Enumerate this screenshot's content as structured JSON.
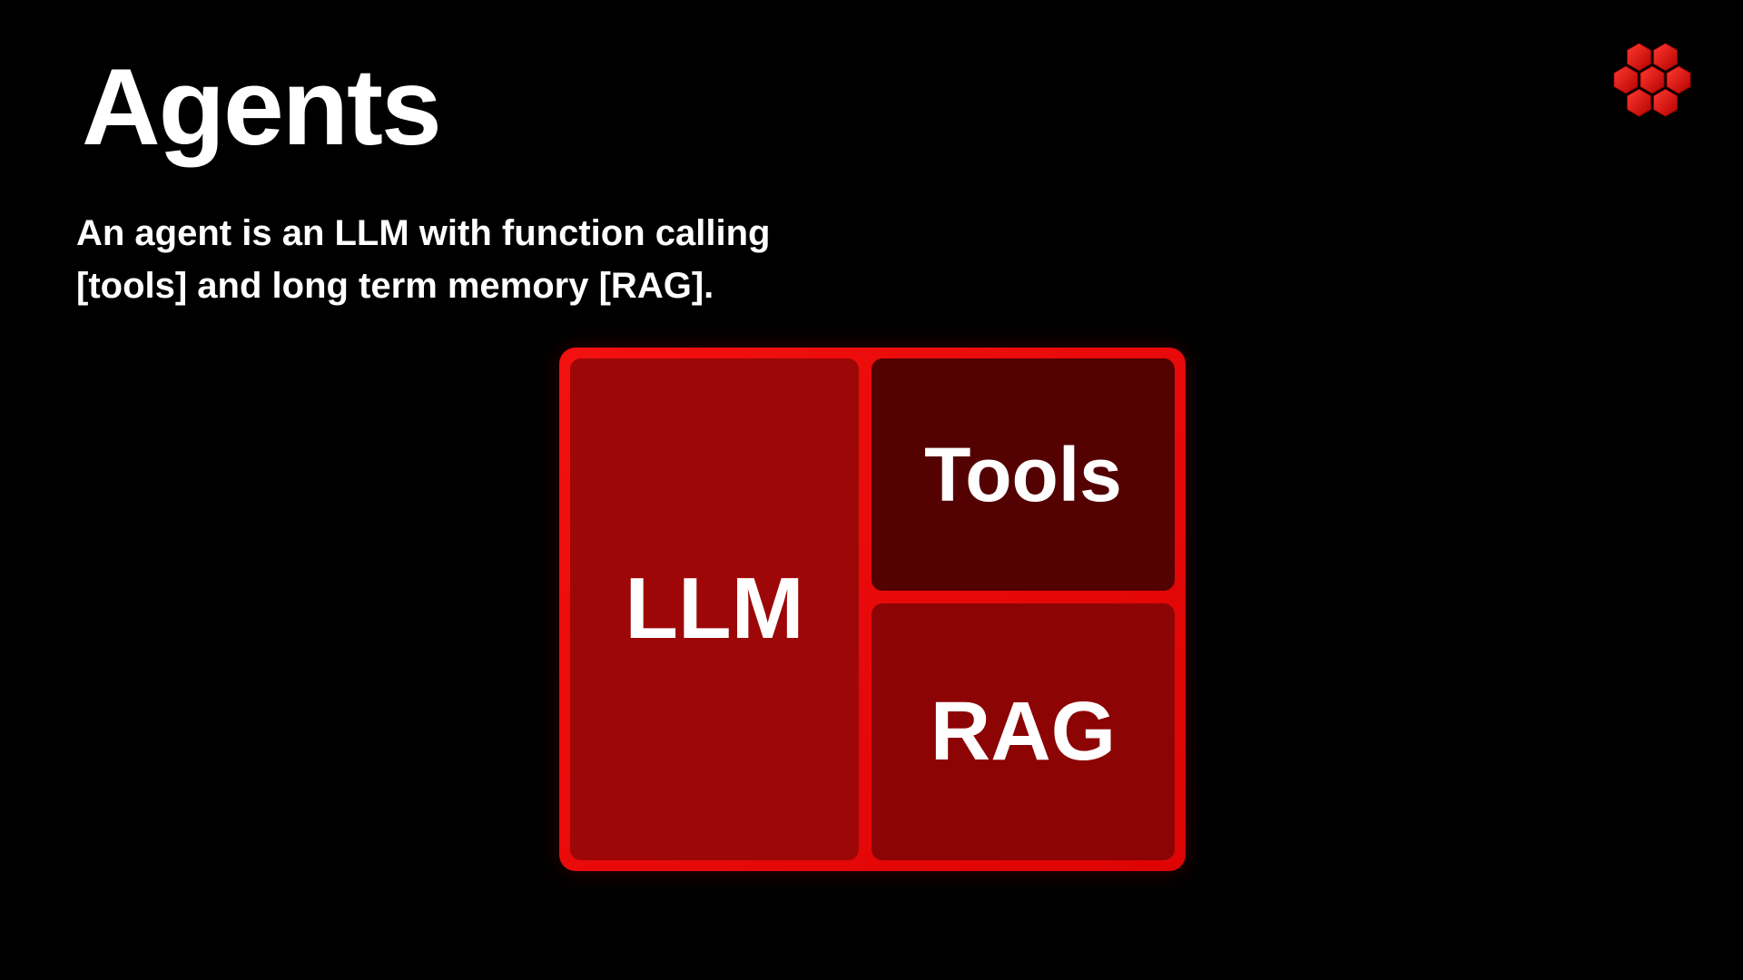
{
  "slide": {
    "title": "Agents",
    "subtitle_line1": "An agent is an LLM with function calling",
    "subtitle_line2": "[tools] and long term memory [RAG].",
    "background_color": "#000000",
    "text_color": "#ffffff"
  },
  "diagram": {
    "container_color": "#e60808",
    "boxes": [
      {
        "id": "llm",
        "label": "LLM",
        "fill": "#9e0707"
      },
      {
        "id": "tools",
        "label": "Tools",
        "fill": "#540101"
      },
      {
        "id": "rag",
        "label": "RAG",
        "fill": "#8c0404"
      }
    ]
  },
  "logo": {
    "icon": "hexagon-cluster-logo",
    "color_light": "#ff3b30",
    "color_dark": "#b40000"
  }
}
